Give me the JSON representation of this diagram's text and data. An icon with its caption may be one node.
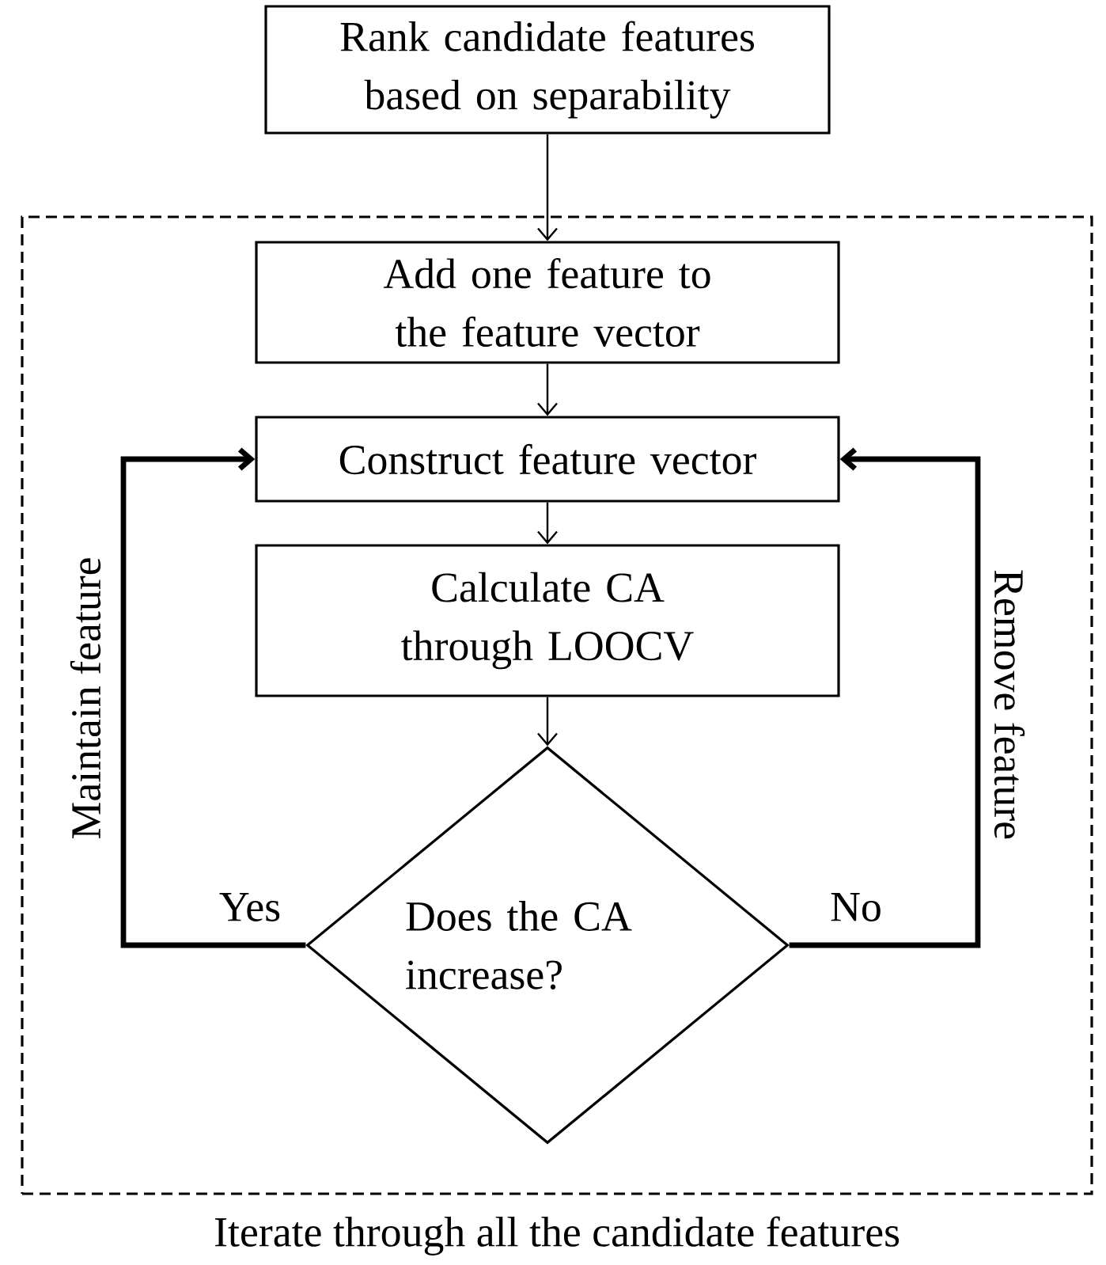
{
  "diagram": {
    "nodes": [
      {
        "text": [
          "Rank candidate features based on separability"
        ]
      },
      {
        "text": [
          "Iterate through all the candidate features"
        ]
      },
      {
        "text": [
          "Add one feature to the feature vector"
        ],
        "in": 1
      },
      {
        "text": [
          "Construct feature vector"
        ],
        "in": 1
      },
      {
        "text": [
          "Calculate CA through LOOCV"
        ],
        "in": 1
      },
      {
        "text": [
          "Does the CA increase?"
        ],
        "in": 1
      }
    ],
    "edges": [
      {
        "from": 0,
        "to": 2,
        "arrow": "to"
      },
      {
        "from": 2,
        "to": 3,
        "arrow": "to"
      },
      {
        "from": 3,
        "to": 4,
        "arrow": "to"
      },
      {
        "from": 4,
        "to": 5,
        "arrow": "to"
      },
      {
        "from": 5,
        "to": 3,
        "arrow": "to",
        "label": "Maintain feature",
        "style": "thick"
      },
      {
        "from": 5,
        "to": 3,
        "arrow": "to",
        "label": "Remove feature",
        "style": "thick"
      }
    ],
    "labels": [
      "Yes",
      "No"
    ]
  }
}
